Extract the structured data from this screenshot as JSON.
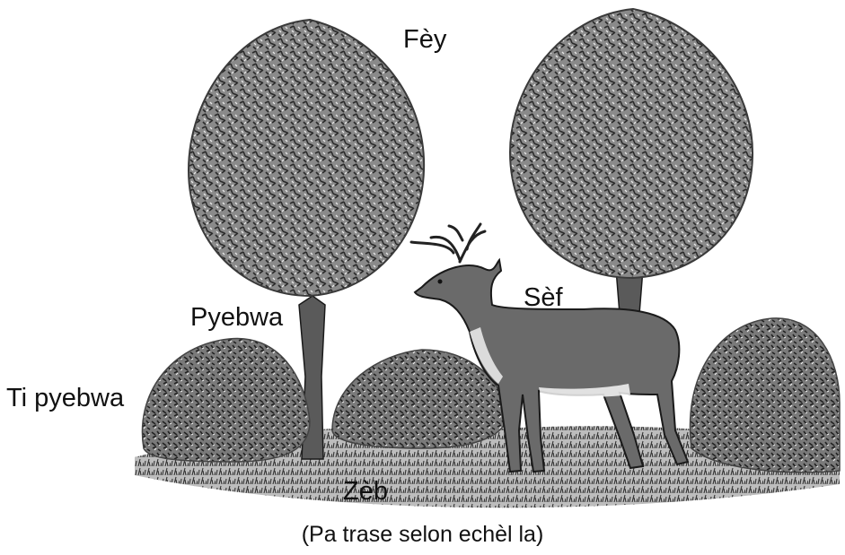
{
  "labels": {
    "leaves": "Fèy",
    "tree": "Pyebwa",
    "deer": "Sèf",
    "shrub": "Ti pyebwa",
    "grass": "Zèb"
  },
  "caption": "(Pa trase selon echèl la)",
  "colors": {
    "ink": "#111111",
    "foliage_dark": "#3a3a3a",
    "foliage_mid": "#6e6e6e",
    "deer_body": "#6a6a6a",
    "background": "#ffffff"
  }
}
